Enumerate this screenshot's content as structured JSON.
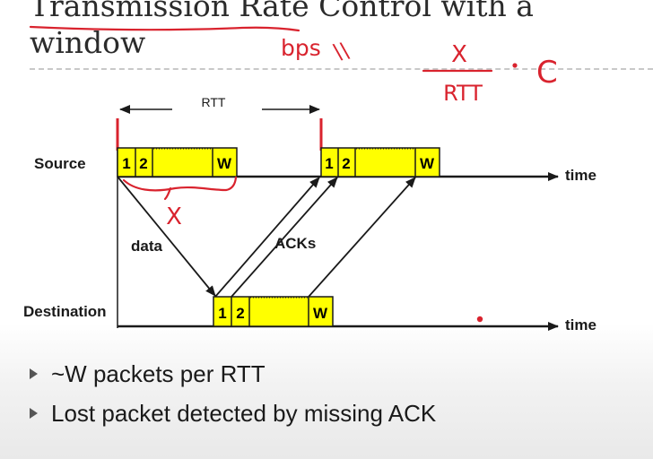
{
  "slide": {
    "title_line_1": "Transmission Rate Control with a",
    "title_line_2": "window"
  },
  "diagram": {
    "rtt_label": "RTT",
    "source_label": "Source",
    "destination_label": "Destination",
    "time_label_source": "time",
    "time_label_destination": "time",
    "data_label": "data",
    "acks_label": "ACKs",
    "packet_labels": [
      "1",
      "2",
      "W"
    ],
    "packet_fill": "#ffff00"
  },
  "annotations": {
    "bps": "bps",
    "approx": "\\\\",
    "numerator": "X",
    "denominator": "RTT",
    "multiplier": "C",
    "cross_mark": "X",
    "ink_color": "#d9232e"
  },
  "bullets": [
    "~W packets per RTT",
    "Lost packet detected by missing ACK"
  ]
}
